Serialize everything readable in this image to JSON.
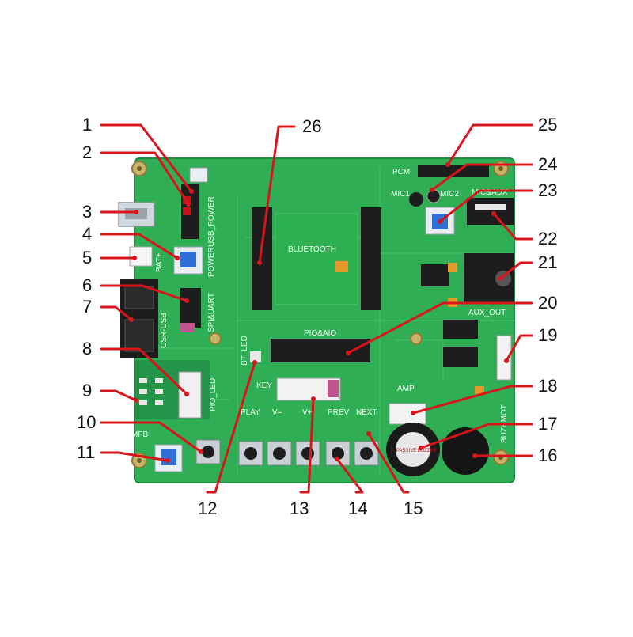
{
  "colors": {
    "board": "#2fae55",
    "board_dark": "#23954a",
    "leader": "#d9141b",
    "callout_text": "#111111",
    "header": "#1d1d1d",
    "button_blue": "#2f6fd6",
    "button_white": "#e9eef4",
    "solder_gold": "#d9c07a",
    "cap_orange": "#e29a2a"
  },
  "silkscreen": {
    "usb_power": "USB_POWER",
    "power": "POWER",
    "bat_plus": "BAT+",
    "spi_uart": "SPI&UART",
    "csr_usb": "CSR-USB",
    "bluetooth": "BLUETOOTH",
    "pio_aio": "PIO&AIO",
    "bt_led": "BT_LED",
    "pio_led": "PIO_LED",
    "key": "KEY",
    "play": "PLAY",
    "vol_down": "V–",
    "vol_up": "V+",
    "prev": "PREV",
    "next": "NEXT",
    "mfb": "MFB",
    "amp": "AMP",
    "pcm": "PCM",
    "mic1": "MIC1",
    "mic2": "MIC2",
    "mic_aux": "MIC&AUX",
    "aux_out": "AUX_OUT",
    "buz_mot": "BUZ&MOT",
    "buzzer_label": "PASSIVE BUZZER"
  },
  "callouts": [
    {
      "number": "1"
    },
    {
      "number": "2"
    },
    {
      "number": "3"
    },
    {
      "number": "4"
    },
    {
      "number": "5"
    },
    {
      "number": "6"
    },
    {
      "number": "7"
    },
    {
      "number": "8"
    },
    {
      "number": "9"
    },
    {
      "number": "10"
    },
    {
      "number": "11"
    },
    {
      "number": "12"
    },
    {
      "number": "13"
    },
    {
      "number": "14"
    },
    {
      "number": "15"
    },
    {
      "number": "16"
    },
    {
      "number": "17"
    },
    {
      "number": "18"
    },
    {
      "number": "19"
    },
    {
      "number": "20"
    },
    {
      "number": "21"
    },
    {
      "number": "22"
    },
    {
      "number": "23"
    },
    {
      "number": "24"
    },
    {
      "number": "25"
    },
    {
      "number": "26"
    }
  ]
}
